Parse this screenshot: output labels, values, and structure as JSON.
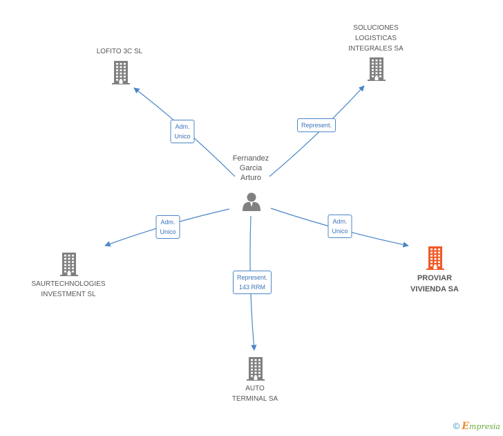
{
  "center": {
    "name": "Fernandez\nGarcia\nArturo",
    "icon": "person-icon"
  },
  "nodes": [
    {
      "id": "lofito",
      "name": "LOFITO 3C SL",
      "icon": "building-icon",
      "color": "#808080"
    },
    {
      "id": "soluciones",
      "name": "SOLUCIONES\nLOGISTICAS\nINTEGRALES SA",
      "icon": "building-icon",
      "color": "#808080"
    },
    {
      "id": "saur",
      "name": "SAURTECHNOLOGIES\nINVESTMENT SL",
      "icon": "building-icon",
      "color": "#808080"
    },
    {
      "id": "proviar",
      "name": "PROVIAR\nVIVIENDA SA",
      "icon": "building-icon",
      "color": "#f05a28",
      "highlight": true
    },
    {
      "id": "auto",
      "name": "AUTO\nTERMINAL SA",
      "icon": "building-icon",
      "color": "#808080"
    }
  ],
  "edges": [
    {
      "to": "lofito",
      "label": "Adm.\nUnico"
    },
    {
      "to": "soluciones",
      "label": "Represent."
    },
    {
      "to": "saur",
      "label": "Adm.\nUnico"
    },
    {
      "to": "proviar",
      "label": "Adm.\nUnico"
    },
    {
      "to": "auto",
      "label": "Represent.\n143 RRM"
    }
  ],
  "colors": {
    "edge": "#4a86c8",
    "person": "#808080"
  },
  "footer": {
    "copyright": "©",
    "brand_initial": "E",
    "brand_rest": "mpresia"
  }
}
